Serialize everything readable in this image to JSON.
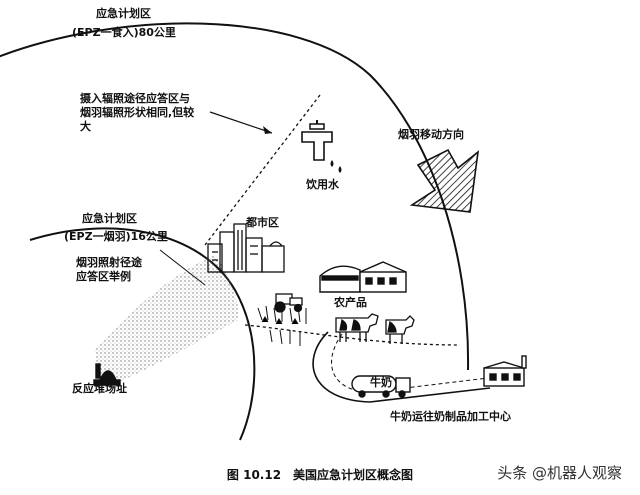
{
  "outer_zone": {
    "name": "应急计划区",
    "subtitle": "(EPZ一食入)80公里"
  },
  "inner_zone": {
    "name": "应急计划区",
    "subtitle": "(EPZ一烟羽)16公里"
  },
  "ingestion_note": [
    "摄入辐照途径应答区与",
    "烟羽辐照形状相同,但较",
    "大"
  ],
  "plume_note": [
    "烟羽照射径途",
    "应答区举例"
  ],
  "wind_label": "烟羽移动方向",
  "drinking_water": "饮用水",
  "urban_area": "都市区",
  "farm_products": "农产品",
  "milk_truck": "牛奶",
  "reactor_site": "反应堆场址",
  "milk_route": "牛奶运往奶制品加工中心",
  "caption": "图 10.12　美国应急计划区概念图",
  "watermark": "头条 @机器人观察"
}
